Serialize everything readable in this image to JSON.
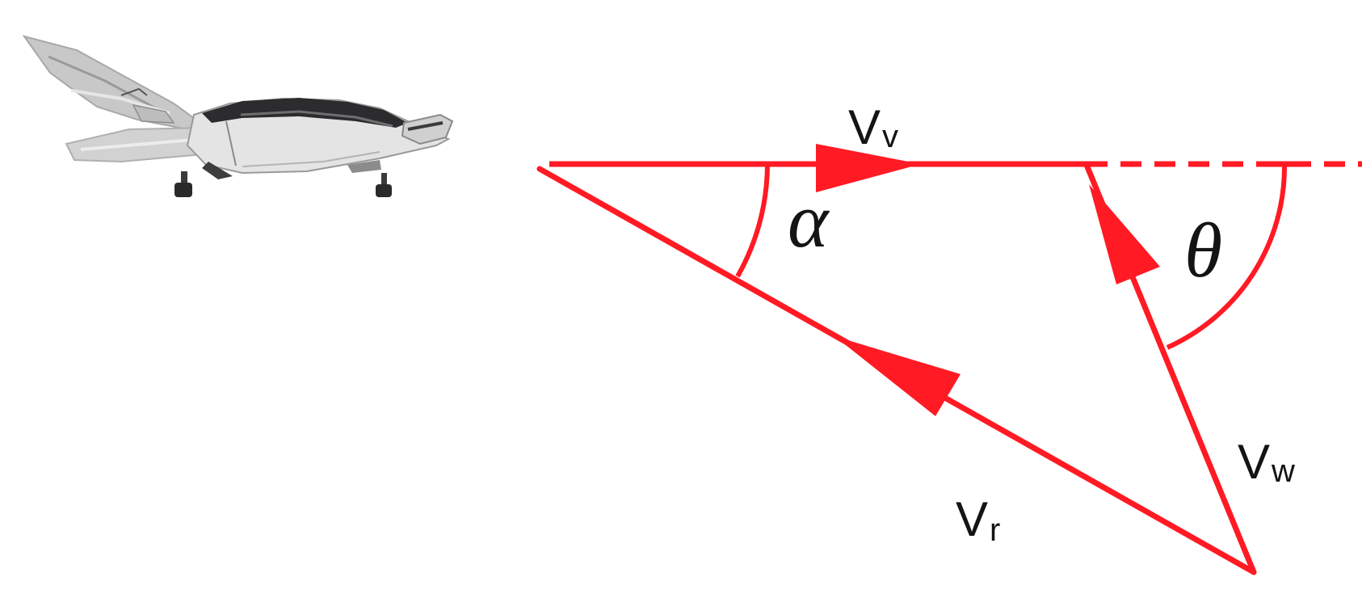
{
  "diagram": {
    "colors": {
      "vector": "#ff1a24",
      "text": "#141414"
    },
    "icon": "evtol-aircraft-icon",
    "labels": {
      "vehicle_velocity": {
        "main": "V",
        "sub": "v"
      },
      "relative_velocity": {
        "main": "V",
        "sub": "r"
      },
      "wind_velocity": {
        "main": "V",
        "sub": "w"
      },
      "alpha": "α",
      "theta": "θ"
    }
  }
}
